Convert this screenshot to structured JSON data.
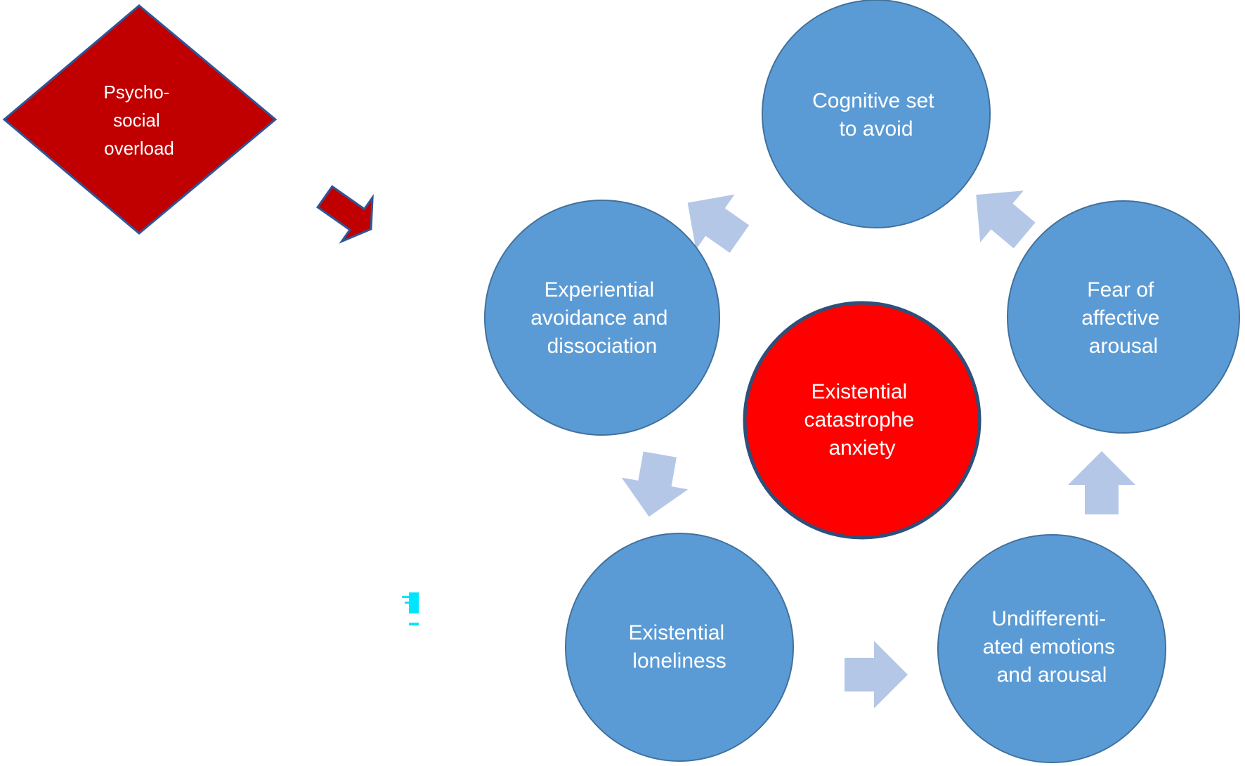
{
  "colors": {
    "circle_fill": "#5b9bd5",
    "circle_stroke": "#41719c",
    "center_fill": "#ff0000",
    "center_stroke": "#2e4f7a",
    "diamond_fill": "#c00000",
    "diamond_stroke": "#2f5597",
    "cycle_arrow": "#b4c7e7",
    "entry_arrow": "#c00000",
    "artifact": "#00e5ff"
  },
  "diamond": {
    "lines": [
      "Psycho-",
      "social",
      "overload"
    ]
  },
  "center": {
    "lines": [
      "Existential",
      "catastrophe",
      "anxiety"
    ]
  },
  "nodes": {
    "cognitive": {
      "lines": [
        "Cognitive set",
        "to avoid"
      ]
    },
    "fear": {
      "lines": [
        "Fear of",
        "affective",
        "arousal"
      ]
    },
    "undiff": {
      "lines": [
        "Undifferenti-",
        "ated emotions",
        "and arousal"
      ]
    },
    "loneliness": {
      "lines": [
        "Existential",
        "loneliness"
      ]
    },
    "experiential": {
      "lines": [
        "Experiential",
        "avoidance and",
        "dissociation"
      ]
    }
  }
}
